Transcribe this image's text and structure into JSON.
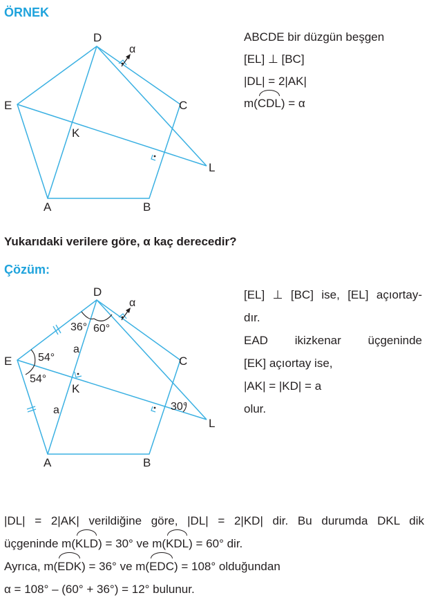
{
  "example": {
    "heading": "ÖRNEK",
    "given_lines": [
      "ABCDE bir düzgün beşgen",
      "[EL] ⊥ [BC]",
      "|DL| = 2|AK|"
    ],
    "angle_prefix": "m(",
    "angle_name": "CDL",
    "angle_suffix": ") = α",
    "labels": {
      "A": "A",
      "B": "B",
      "C": "C",
      "D": "D",
      "E": "E",
      "K": "K",
      "L": "L",
      "alpha": "α"
    }
  },
  "question": "Yukarıdaki verilere göre, α kaç derecedir?",
  "solution": {
    "heading": "Çözüm:",
    "text_lines": [
      "[EL] ⊥ [BC] ise, [EL] açıortay-",
      "dır.",
      "EAD ikizkenar üçgeninde",
      "[EK] açıortay ise,",
      "|AK| = |KD| = a",
      "olur."
    ],
    "labels": {
      "A": "A",
      "B": "B",
      "C": "C",
      "D": "D",
      "E": "E",
      "K": "K",
      "L": "L",
      "alpha": "α",
      "angle_36": "36°",
      "angle_60": "60°",
      "angle_54_top": "54°",
      "angle_54_bottom": "54°",
      "angle_30": "30°",
      "a_top": "a",
      "a_bottom": "a"
    },
    "final_lines": {
      "line1": "|DL| = 2|AK| verildiğine göre, |DL| = 2|KD| dir. Bu durumda DKL dik",
      "line2": {
        "p1": "üçgeninde m(",
        "a1": "KLD",
        "p2": ") = 30° ve m(",
        "a2": "KDL",
        "p3": ") = 60° dir."
      },
      "line3": {
        "p1": "Ayrıca, m(",
        "a1": "EDK",
        "p2": ") = 36° ve m(",
        "a2": "EDC",
        "p3": ") = 108° olduğundan"
      },
      "line4": "α = 108° – (60° + 36°) = 12° bulunur."
    }
  },
  "colors": {
    "accent": "#1fa3dc",
    "line": "#3ab0e2",
    "text": "#231f20"
  }
}
